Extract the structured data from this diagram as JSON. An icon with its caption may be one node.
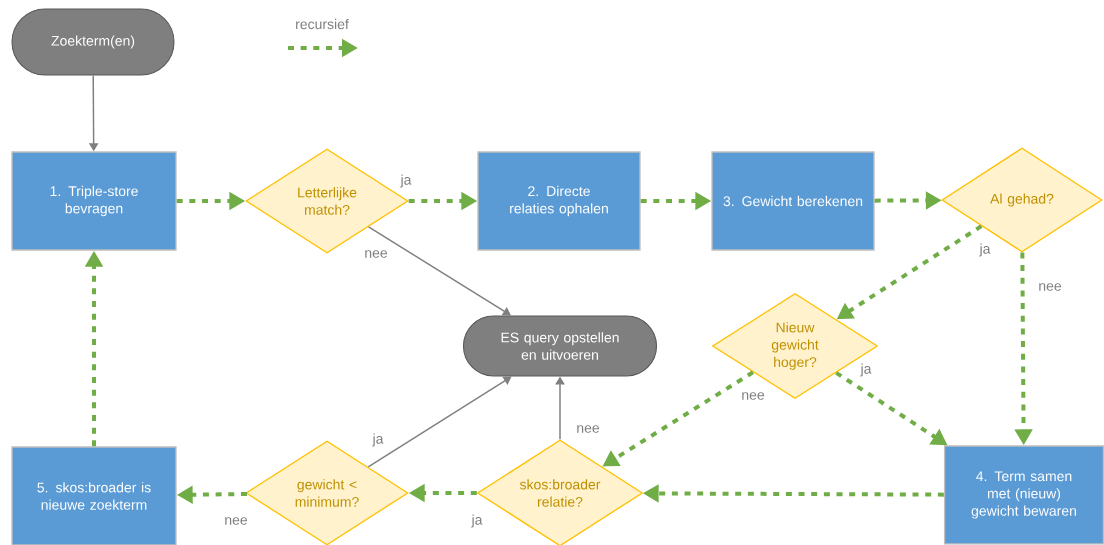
{
  "diagram": {
    "nodes": [
      {
        "text": [
          "Zoekterm(en)"
        ]
      },
      {
        "text": [
          "1. Triple-store bevragen"
        ]
      },
      {
        "text": [
          "Letterlijke match?"
        ]
      },
      {
        "text": [
          "2. Directe relaties ophalen"
        ]
      },
      {
        "text": [
          "3. Gewicht berekenen"
        ]
      },
      {
        "text": [
          "Al gehad?"
        ]
      },
      {
        "text": [
          "ES query opstellen en uitvoeren"
        ]
      },
      {
        "text": [
          "Nieuw gewicht hoger?"
        ]
      },
      {
        "text": [
          "4. Term samen met (nieuw) gewicht bewaren"
        ]
      },
      {
        "text": [
          "skos:broader relatie?"
        ]
      },
      {
        "text": [
          "gewicht < minimum?"
        ]
      },
      {
        "text": [
          "5. skos:broader is nieuwe zoekterm"
        ]
      }
    ],
    "edges": [
      {
        "from": 0,
        "to": 1,
        "arrow": "to",
        "color": "#7f7f7f"
      },
      {
        "from": 1,
        "to": 2,
        "arrow": "to",
        "style": "dashed"
      },
      {
        "from": 2,
        "to": 3,
        "arrow": "to",
        "style": "dashed",
        "label": "ja"
      },
      {
        "from": 2,
        "to": 6,
        "arrow": "to",
        "color": "#7f7f7f",
        "label": "nee"
      },
      {
        "from": 3,
        "to": 4,
        "arrow": "to",
        "style": "dashed"
      },
      {
        "from": 4,
        "to": 5,
        "arrow": "to",
        "style": "dashed"
      },
      {
        "from": 5,
        "to": 7,
        "arrow": "to",
        "style": "dashed",
        "label": "ja"
      },
      {
        "from": 5,
        "to": 8,
        "arrow": "to",
        "style": "dashed",
        "label": "nee"
      },
      {
        "from": 7,
        "to": 8,
        "arrow": "to",
        "style": "dashed",
        "label": "ja"
      },
      {
        "from": 7,
        "to": 9,
        "arrow": "to",
        "style": "dashed",
        "label": "nee"
      },
      {
        "from": 8,
        "to": 9,
        "arrow": "to",
        "style": "dashed"
      },
      {
        "from": 9,
        "to": 6,
        "arrow": "to",
        "color": "#7f7f7f",
        "label": "nee"
      },
      {
        "from": 9,
        "to": 10,
        "arrow": "to",
        "style": "dashed",
        "label": "ja"
      },
      {
        "from": 10,
        "to": 6,
        "arrow": "to",
        "color": "#7f7f7f",
        "label": "ja"
      },
      {
        "from": 10,
        "to": 11,
        "arrow": "to",
        "style": "dashed",
        "label": "nee"
      },
      {
        "from": 11,
        "to": 1,
        "arrow": "to",
        "style": "dashed"
      }
    ],
    "legend": [
      {
        "text": "recursief"
      }
    ]
  }
}
